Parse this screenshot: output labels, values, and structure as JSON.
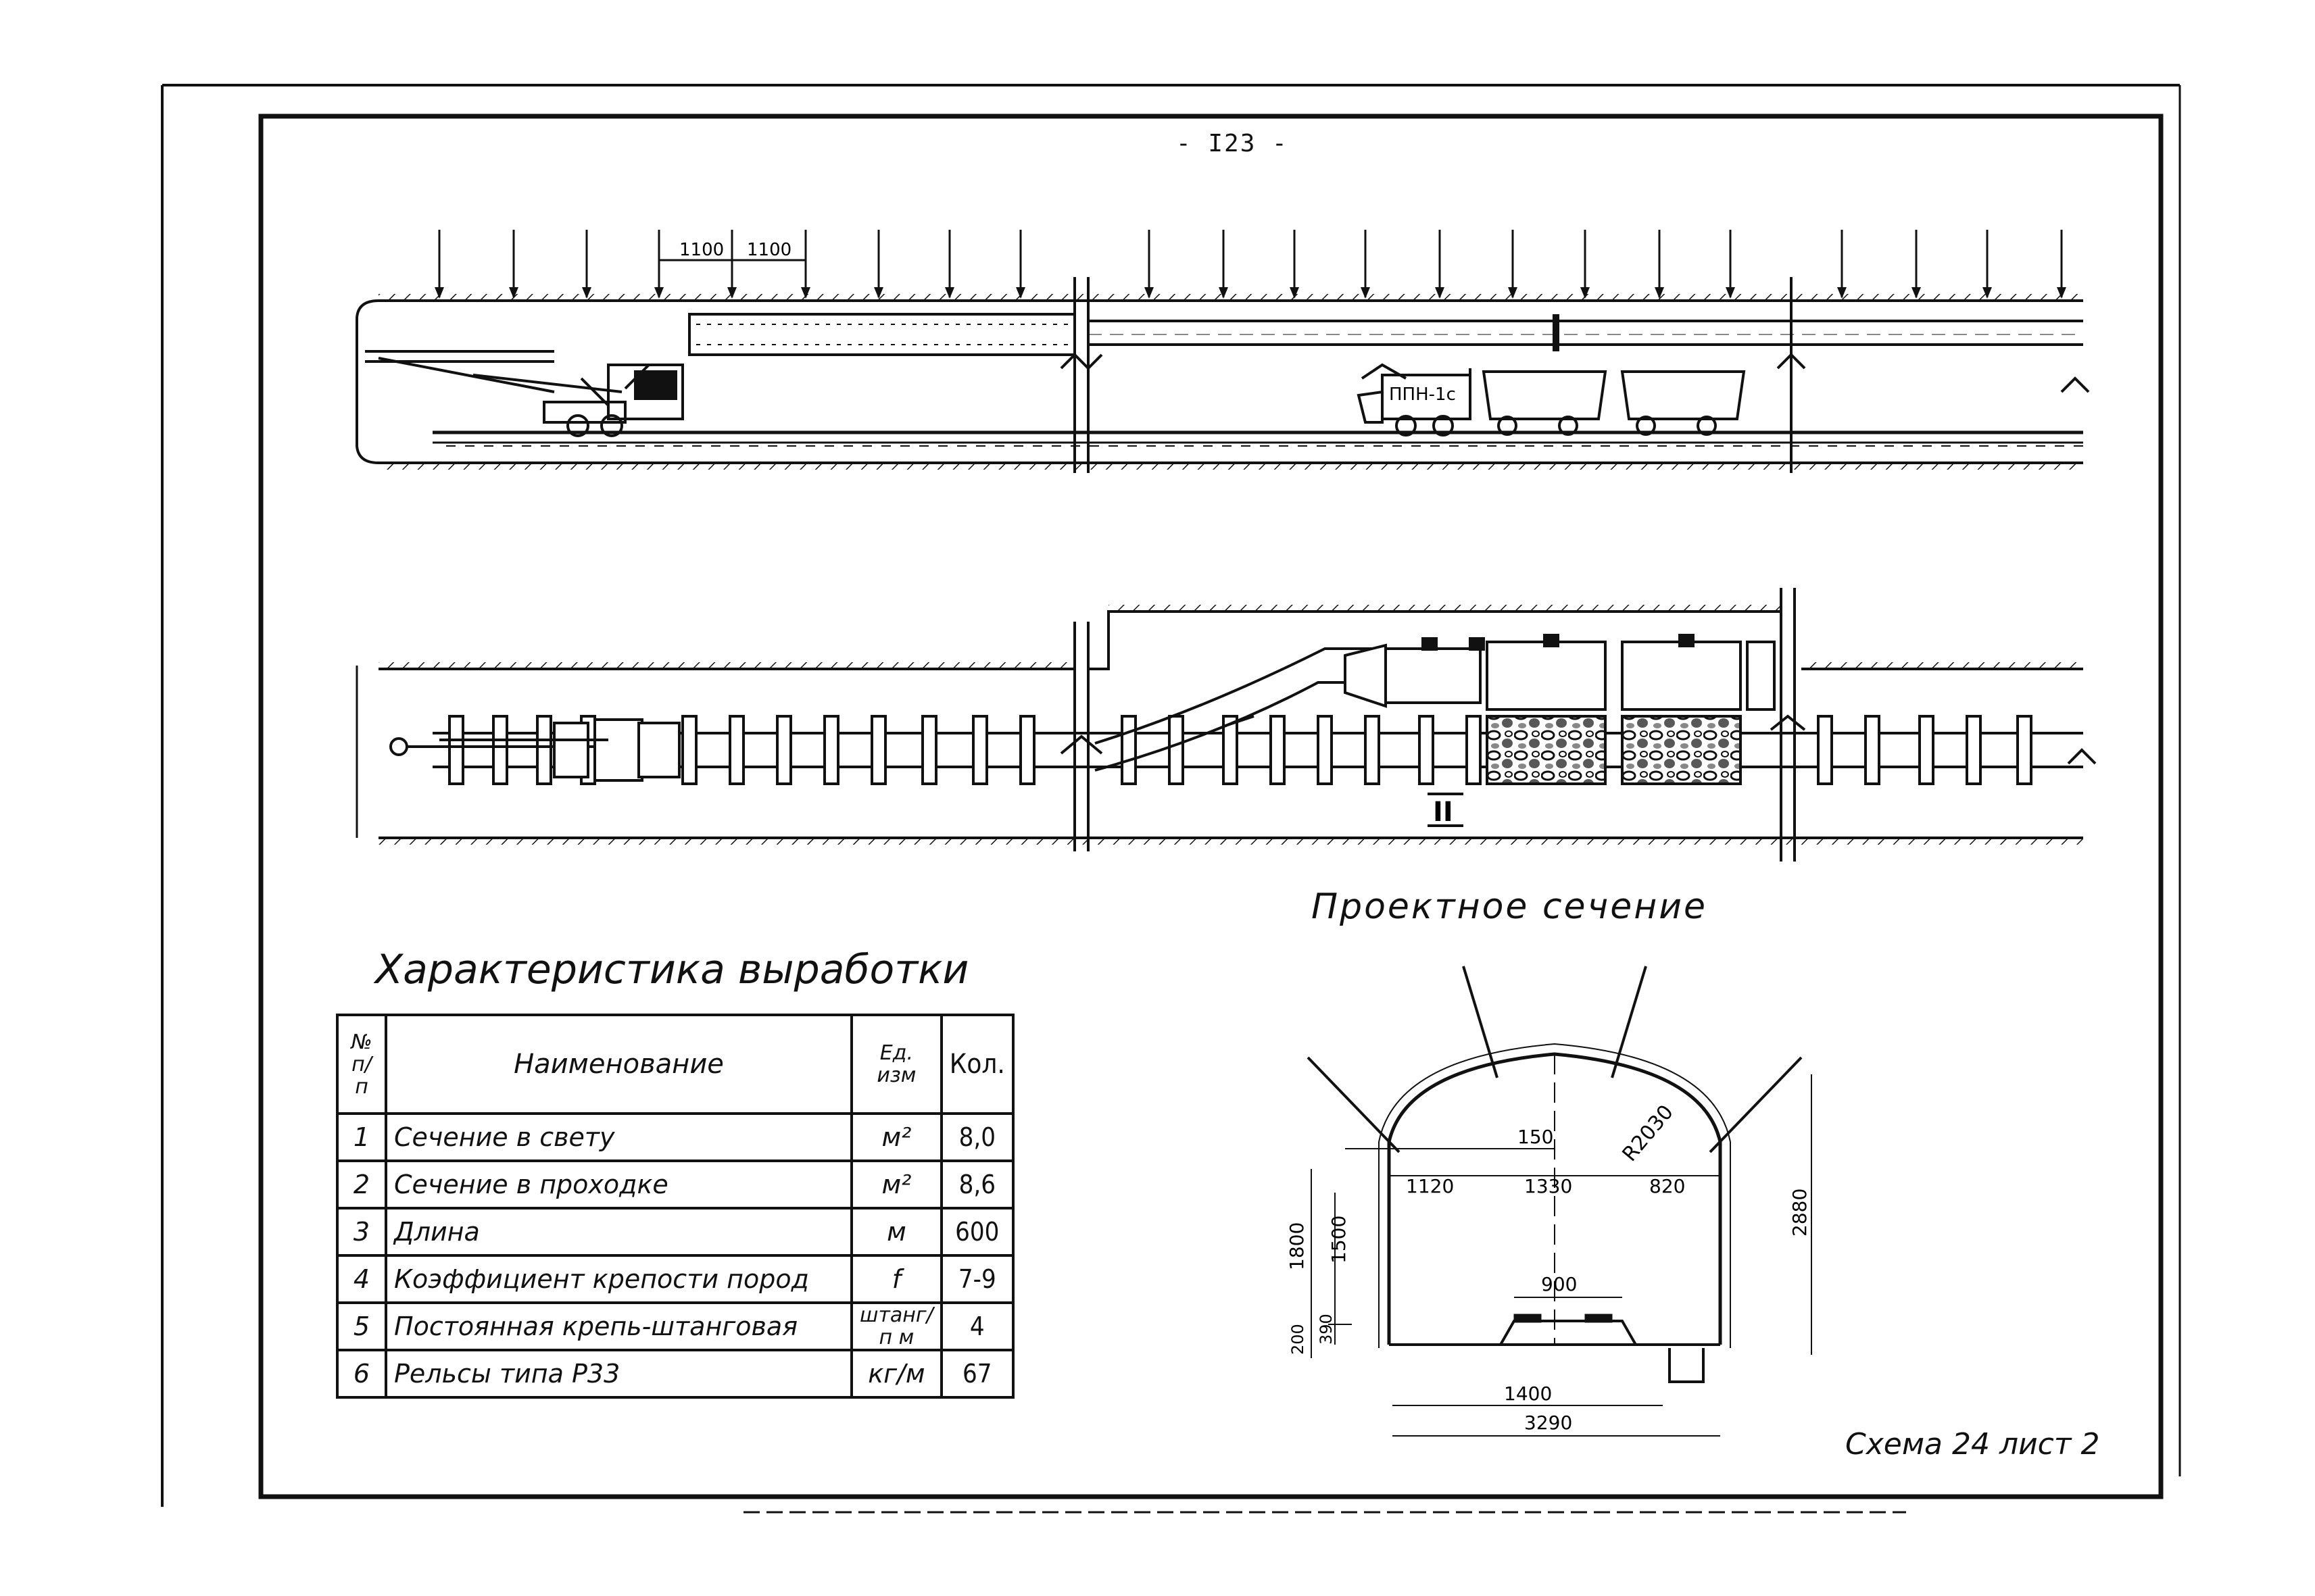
{
  "page": {
    "number": "- I23 -"
  },
  "longitudinal": {
    "spacing_dims": [
      "1100",
      "1100"
    ],
    "machine_label": "ППН-1с"
  },
  "plan": {
    "section_mark": "II"
  },
  "characteristics": {
    "title": "Характеристика выработки",
    "headers": {
      "num": "№ п/п",
      "name": "Наименование",
      "unit": "Ед. изм",
      "qty": "Кол."
    },
    "rows": [
      {
        "num": "1",
        "name": "Сечение в свету",
        "unit": "м²",
        "qty": "8,0"
      },
      {
        "num": "2",
        "name": "Сечение в проходке",
        "unit": "м²",
        "qty": "8,6"
      },
      {
        "num": "3",
        "name": "Длина",
        "unit": "м",
        "qty": "600"
      },
      {
        "num": "4",
        "name": "Коэффициент крепости пород",
        "unit": "f",
        "qty": "7-9"
      },
      {
        "num": "5",
        "name": "Постоянная крепь-штанговая",
        "unit": "штанг/п м",
        "qty": "4"
      },
      {
        "num": "6",
        "name": "Рельсы типа Р33",
        "unit": "кг/м",
        "qty": "67"
      }
    ]
  },
  "section": {
    "title": "Проектное сечение",
    "dims": {
      "radius": "R2030",
      "d150": "150",
      "d1120": "1120",
      "d1330": "1330",
      "d820": "820",
      "d1800": "1800",
      "d1500": "1500",
      "d900": "900",
      "d200": "200",
      "d390": "390",
      "d2880": "2880",
      "d1400": "1400",
      "d3290": "3290"
    }
  },
  "footer": {
    "scheme": "Схема 24  лист 2"
  }
}
